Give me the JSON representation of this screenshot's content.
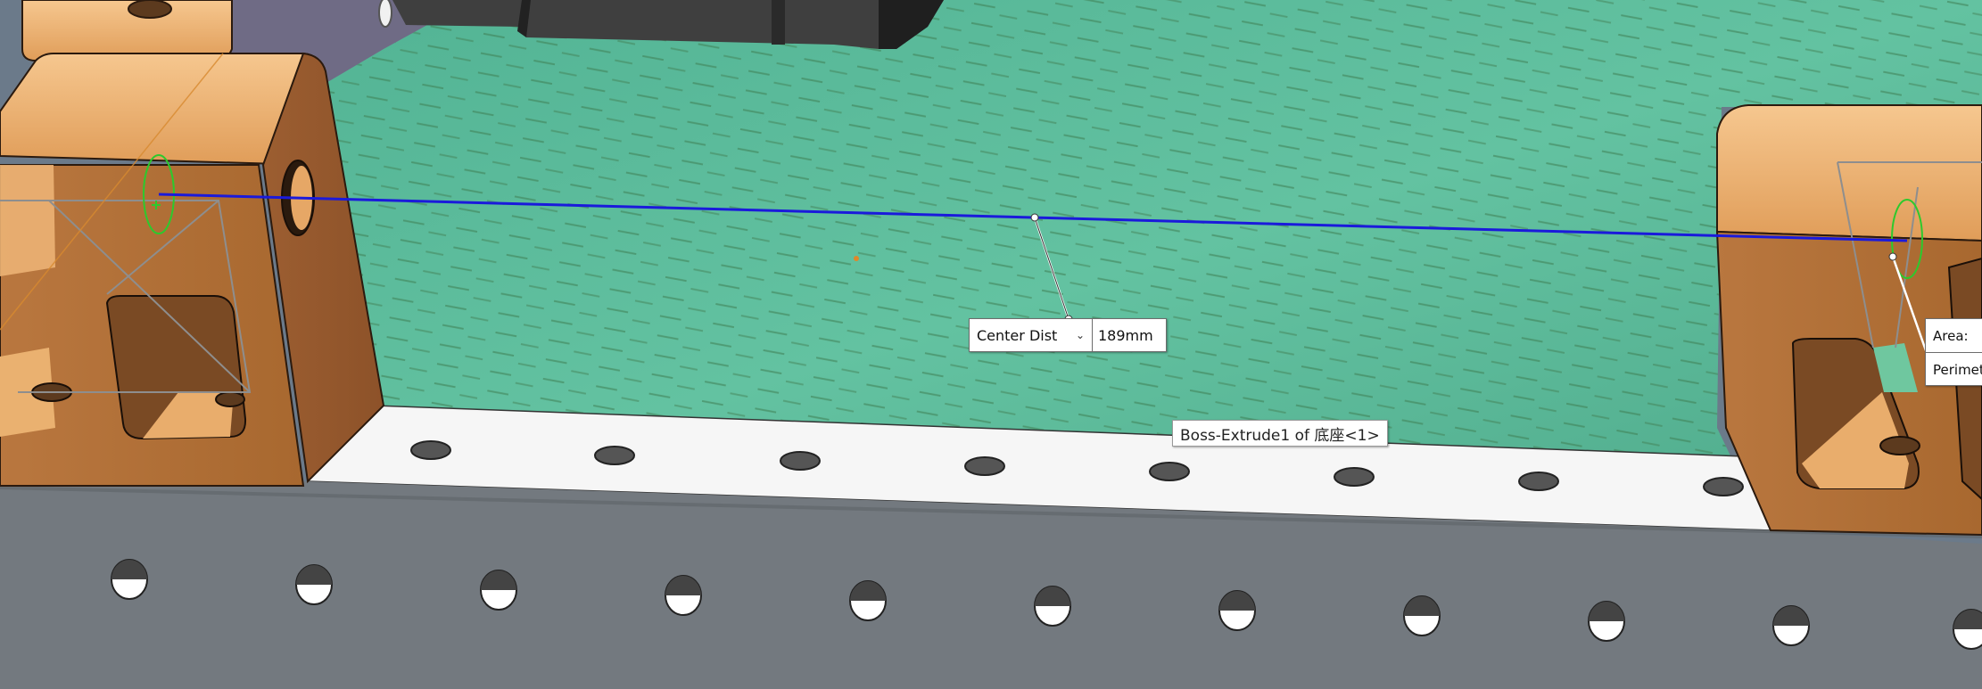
{
  "viewport": {
    "model_name": "",
    "colors": {
      "wood": "#e3a161",
      "plate": "#5fbf9c",
      "steel_face": "#73797f",
      "steel_top": "#f6f6f6",
      "measure_line": "#1a1adb",
      "selection": "#2dc92d"
    }
  },
  "measure": {
    "mode_label": "Center Dist",
    "value": "189mm"
  },
  "tooltip": {
    "feature": "Boss-Extrude1 of 底座<1>"
  },
  "area_callout": {
    "area_label": "Area:",
    "perimeter_label": "Perimete"
  }
}
